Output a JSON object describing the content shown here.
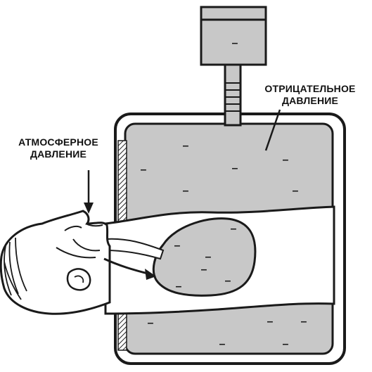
{
  "labels": {
    "atmospheric_line1": "АТМОСФЕРНОЕ",
    "atmospheric_line2": "ДАВЛЕНИЕ",
    "negative_line1": "ОТРИЦАТЕЛЬНОЕ",
    "negative_line2": "ДАВЛЕНИЕ"
  },
  "minus_sign": "–",
  "colors": {
    "fill": "#c8c8c8",
    "stroke": "#1a1a1a",
    "background": "#ffffff"
  }
}
